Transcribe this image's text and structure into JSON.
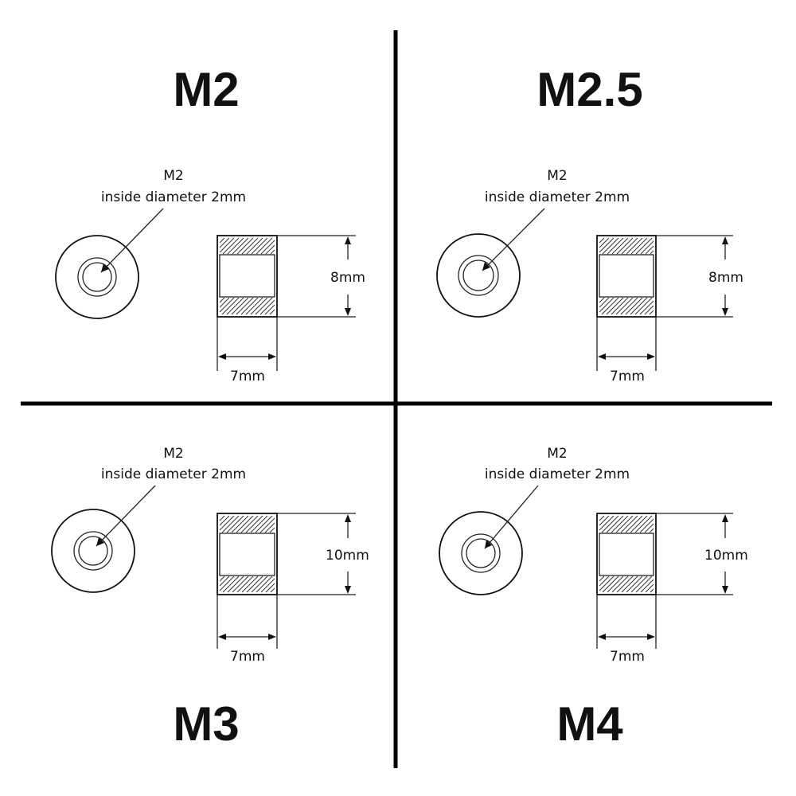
{
  "colors": {
    "ink": "#111111",
    "background": "#ffffff"
  },
  "quadrants": [
    {
      "title": "M2",
      "callout_line1": "M2",
      "callout_line2": "inside diameter 2mm",
      "height_label": "8mm",
      "width_label": "7mm",
      "height_mm": 8,
      "width_mm": 7
    },
    {
      "title": "M2.5",
      "callout_line1": "M2",
      "callout_line2": "inside diameter 2mm",
      "height_label": "8mm",
      "width_label": "7mm",
      "height_mm": 8,
      "width_mm": 7
    },
    {
      "title": "M3",
      "callout_line1": "M2",
      "callout_line2": "inside diameter 2mm",
      "height_label": "10mm",
      "width_label": "7mm",
      "height_mm": 10,
      "width_mm": 7
    },
    {
      "title": "M4",
      "callout_line1": "M2",
      "callout_line2": "inside diameter 2mm",
      "height_label": "10mm",
      "width_label": "7mm",
      "height_mm": 10,
      "width_mm": 7
    }
  ]
}
